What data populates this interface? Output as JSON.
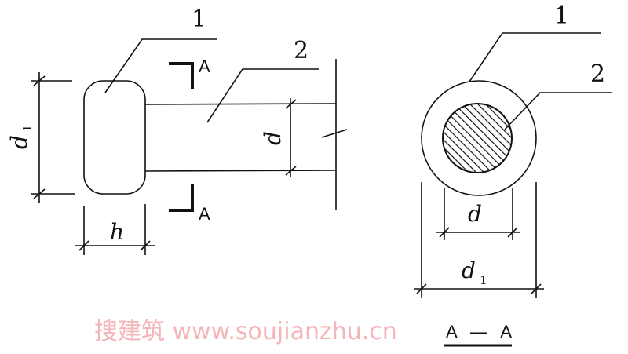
{
  "elevation": {
    "label_1": "1",
    "label_2": "2",
    "section_mark_top": "A",
    "section_mark_bottom": "A",
    "dim_d1": "d",
    "dim_d1_sub": "1",
    "dim_d": "d",
    "dim_h": "h"
  },
  "section": {
    "label_1": "1",
    "label_2": "2",
    "dim_d": "d",
    "dim_d1": "d",
    "dim_d1_sub": "1",
    "title": "A—A"
  },
  "watermark": "搜建筑 www.soujianzhu.cn",
  "colors": {
    "line": "#111111",
    "watermark": "#f3a9ad"
  }
}
